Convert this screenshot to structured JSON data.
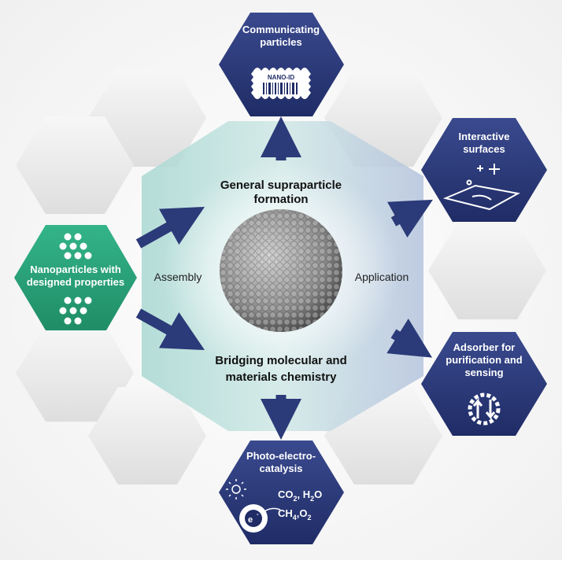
{
  "center": {
    "title_line1": "General supraparticle",
    "title_line2": "formation",
    "subtitle_line1": "Bridging molecular and",
    "subtitle_line2": "materials chemistry",
    "assembly_label": "Assembly",
    "application_label": "Application"
  },
  "nodes": {
    "communicating": {
      "line1": "Communicating",
      "line2": "particles",
      "badge": "NANO-ID"
    },
    "interactive": {
      "line1": "Interactive",
      "line2": "surfaces"
    },
    "nanoparticles": {
      "line1": "Nanoparticles with",
      "line2": "designed properties"
    },
    "adsorber": {
      "line1": "Adsorber for",
      "line2": "purification and",
      "line3": "sensing"
    },
    "photo": {
      "line1": "Photo-electro-",
      "line2": "catalysis",
      "reactants": "CO",
      "reactants_sub": "2",
      "reactants_mid": ", H",
      "reactants_sub2": "2",
      "reactants_end": "O",
      "products": "CH",
      "products_sub": "4",
      "products_mid": ",O",
      "products_sub2": "2",
      "electron": "e"
    }
  },
  "colors": {
    "navy": "#2b3a78",
    "green": "#2aa57c",
    "teal_light": "#bfe1dc",
    "grey_hex": "#e6e6e6"
  }
}
